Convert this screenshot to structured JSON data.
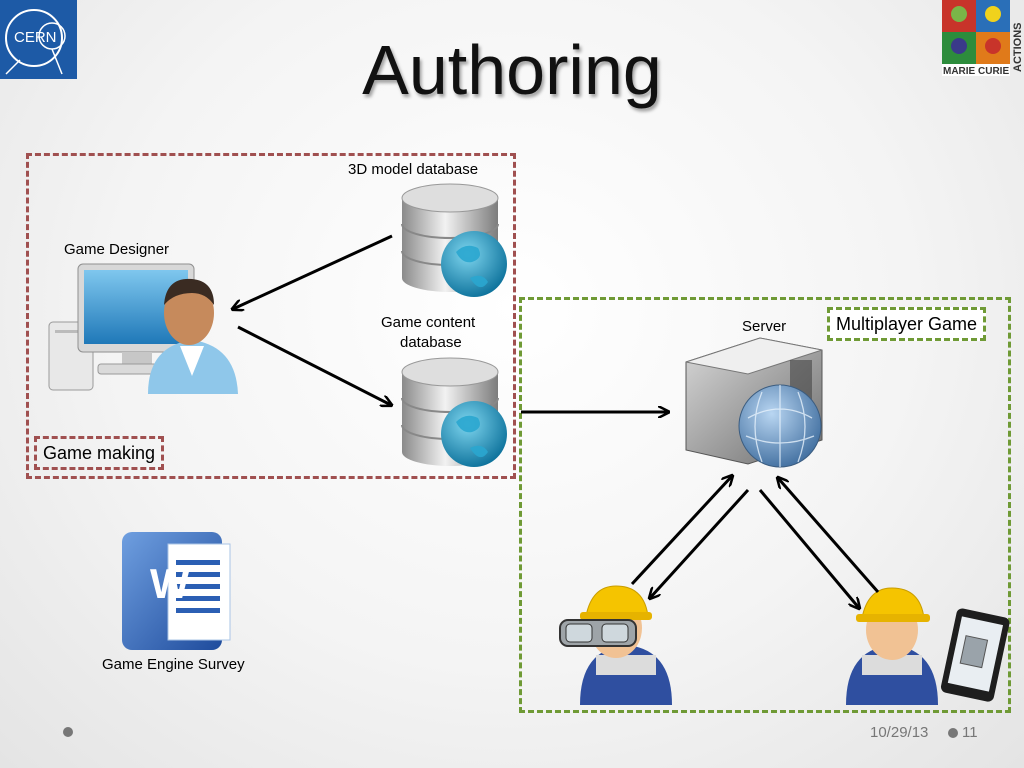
{
  "title": "Authoring",
  "logos": {
    "cern": "CERN",
    "marie_curie": "MARIE CURIE",
    "actions": "ACTIONS"
  },
  "labels": {
    "model_db": "3D model database",
    "game_designer": "Game Designer",
    "content_db_line1": "Game content",
    "content_db_line2": "database",
    "server": "Server",
    "multiplayer_game": "Multiplayer Game",
    "game_making": "Game making",
    "survey": "Game Engine Survey"
  },
  "footer": {
    "date": "10/29/13",
    "page": "11"
  },
  "colors": {
    "game_making_border": "#a05050",
    "multiplayer_border": "#6f9a35",
    "cern_blue": "#1d5aa6",
    "word_blue": "#2b5fb4",
    "helmet_yellow": "#f5c400"
  }
}
